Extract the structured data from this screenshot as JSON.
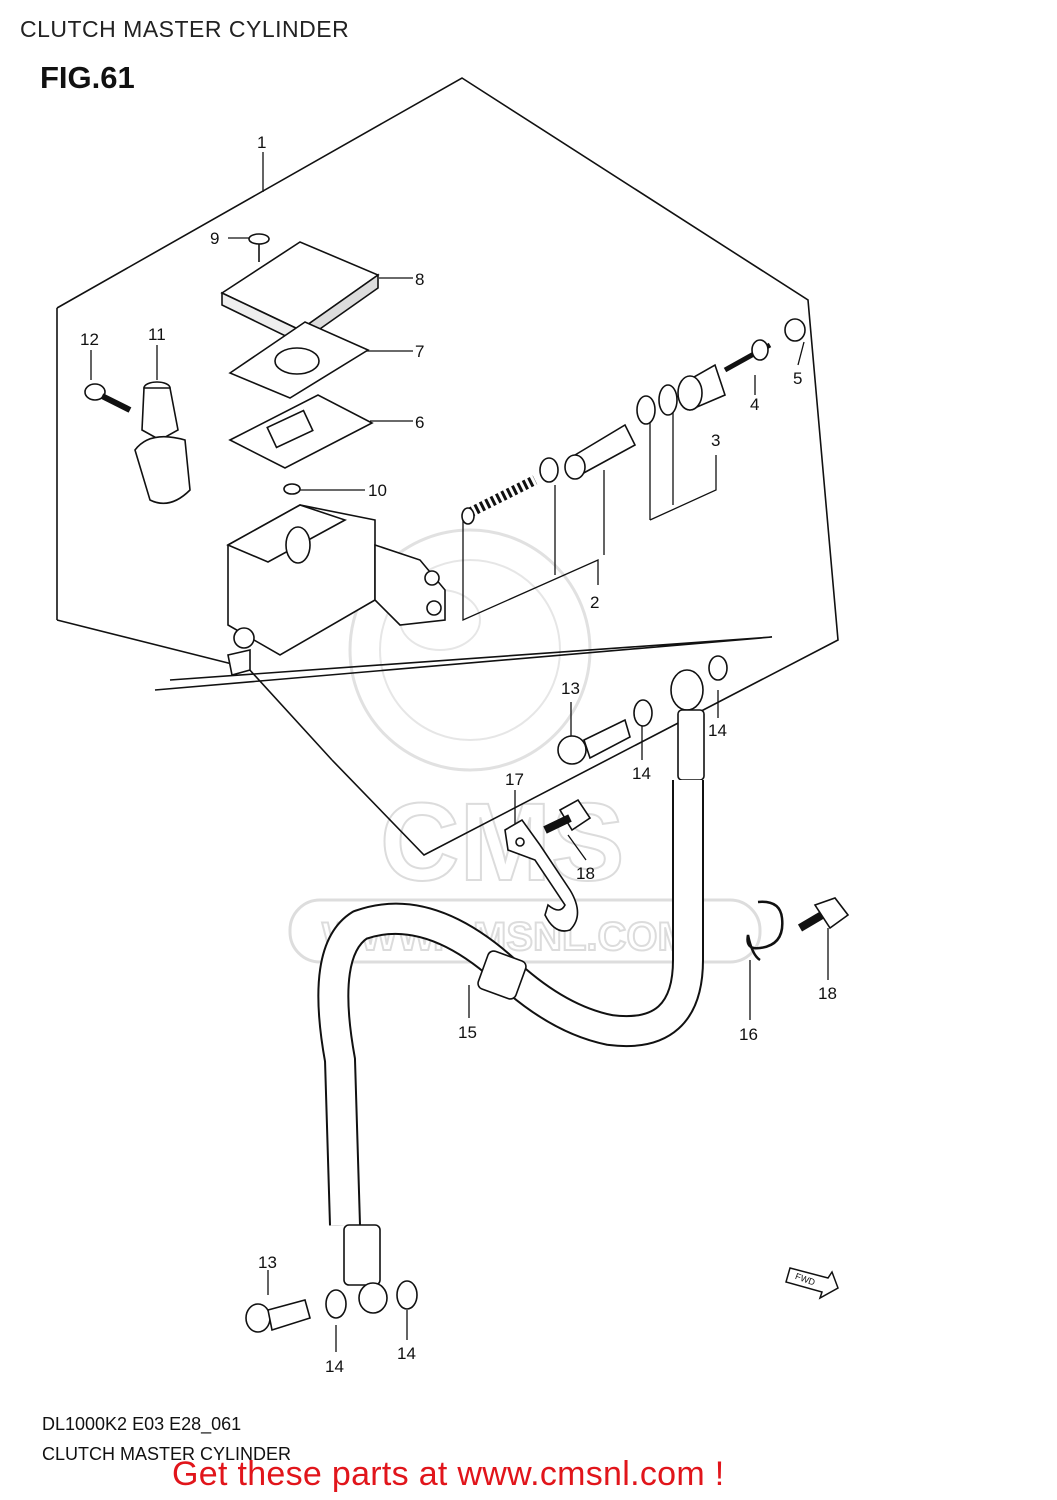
{
  "header": {
    "title": "CLUTCH MASTER CYLINDER"
  },
  "figure": {
    "number": "FIG.61"
  },
  "watermark": {
    "brand": "CMS",
    "url": "WWW.CMSNL.COM"
  },
  "callouts": [
    {
      "id": "c1",
      "number": "1"
    },
    {
      "id": "c2",
      "number": "2"
    },
    {
      "id": "c3",
      "number": "3"
    },
    {
      "id": "c4",
      "number": "4"
    },
    {
      "id": "c5",
      "number": "5"
    },
    {
      "id": "c6",
      "number": "6"
    },
    {
      "id": "c7",
      "number": "7"
    },
    {
      "id": "c8",
      "number": "8"
    },
    {
      "id": "c9",
      "number": "9"
    },
    {
      "id": "c10",
      "number": "10"
    },
    {
      "id": "c11",
      "number": "11"
    },
    {
      "id": "c12",
      "number": "12"
    },
    {
      "id": "c13a",
      "number": "13"
    },
    {
      "id": "c14a",
      "number": "14"
    },
    {
      "id": "c14b",
      "number": "14"
    },
    {
      "id": "c17",
      "number": "17"
    },
    {
      "id": "c18a",
      "number": "18"
    },
    {
      "id": "c15",
      "number": "15"
    },
    {
      "id": "c16",
      "number": "16"
    },
    {
      "id": "c18b",
      "number": "18"
    },
    {
      "id": "c13b",
      "number": "13"
    },
    {
      "id": "c14c",
      "number": "14"
    },
    {
      "id": "c14d",
      "number": "14"
    }
  ],
  "fwd_arrow": {
    "label": "FWD"
  },
  "footer": {
    "code": "DL1000K2 E03 E28_061",
    "title": "CLUTCH MASTER CYLINDER",
    "promo": "Get these parts at www.cmsnl.com !"
  }
}
